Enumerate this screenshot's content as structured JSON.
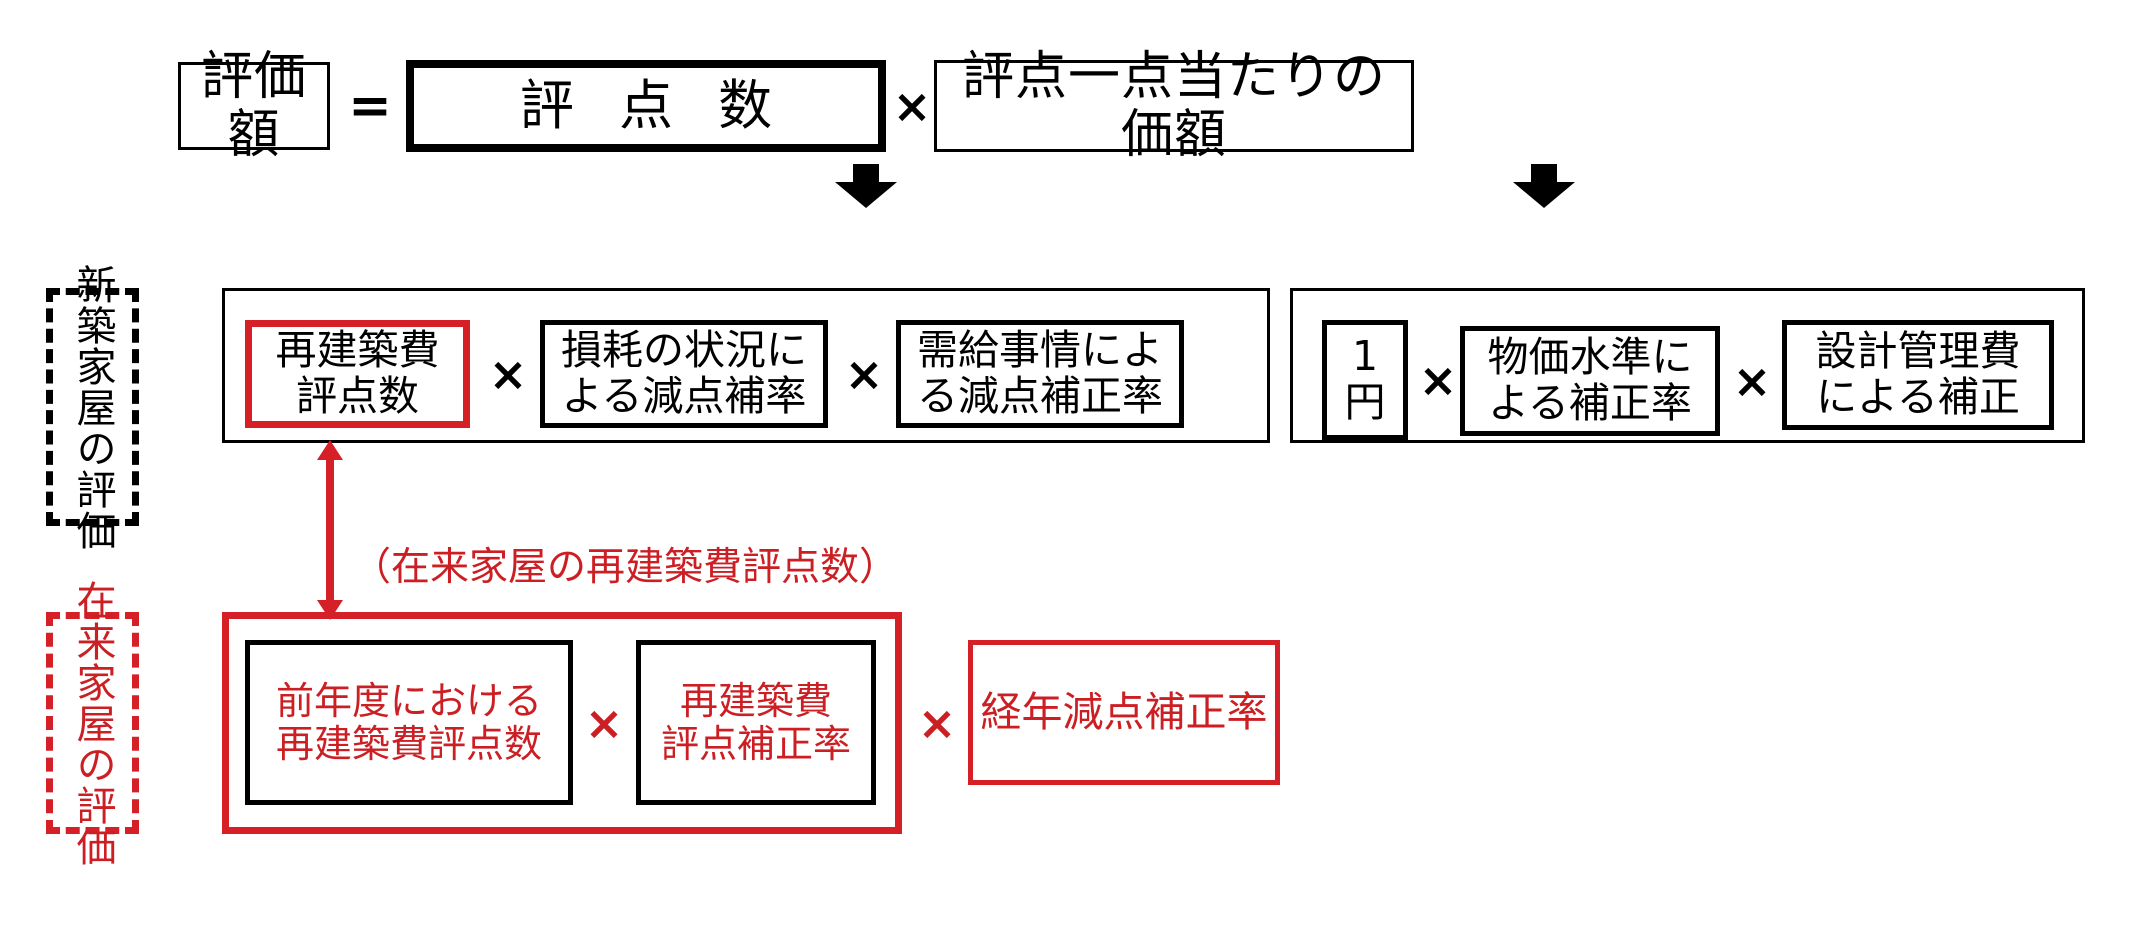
{
  "diagram": {
    "title_row": {
      "result_label": "評価額",
      "equals": "=",
      "points_label": "評 点 数",
      "multiply": "×",
      "unit_price_label": "評点一点当たりの価額"
    },
    "arrows": {
      "down_left": "down-arrow",
      "down_right": "down-arrow",
      "red_double": "double-headed-vertical-arrow"
    },
    "new_house": {
      "side_label": "新築家屋の評価",
      "items": [
        {
          "text": "再建築費\n評点数",
          "style": "red-outline"
        },
        {
          "text": "損耗の状況に\nよる減点補率",
          "style": "black-outline"
        },
        {
          "text": "需給事情によ\nる減点補正率",
          "style": "black-outline"
        }
      ],
      "operators": [
        "×",
        "×"
      ]
    },
    "unit_price": {
      "items": [
        {
          "text": "1\n円",
          "style": "black-outline"
        },
        {
          "text": "物価水準に\nよる補正率",
          "style": "black-outline"
        },
        {
          "text": "設計管理費\nによる補正",
          "style": "black-outline"
        }
      ],
      "operators": [
        "×",
        "×"
      ]
    },
    "note": "（在来家屋の再建築費評点数）",
    "existing_house": {
      "side_label": "在来家屋の評価",
      "items": [
        {
          "text": "前年度における\n再建築費評点数",
          "style": "black-outline-red-text"
        },
        {
          "text": "再建築費\n評点補正率",
          "style": "black-outline-red-text"
        },
        {
          "text": "経年減点補正率",
          "style": "red-outline-red-text"
        }
      ],
      "operators": [
        "×",
        "×"
      ]
    }
  },
  "colors": {
    "black": "#000000",
    "red": "#d42026",
    "red_text": "#cc1f24",
    "background": "#ffffff"
  }
}
